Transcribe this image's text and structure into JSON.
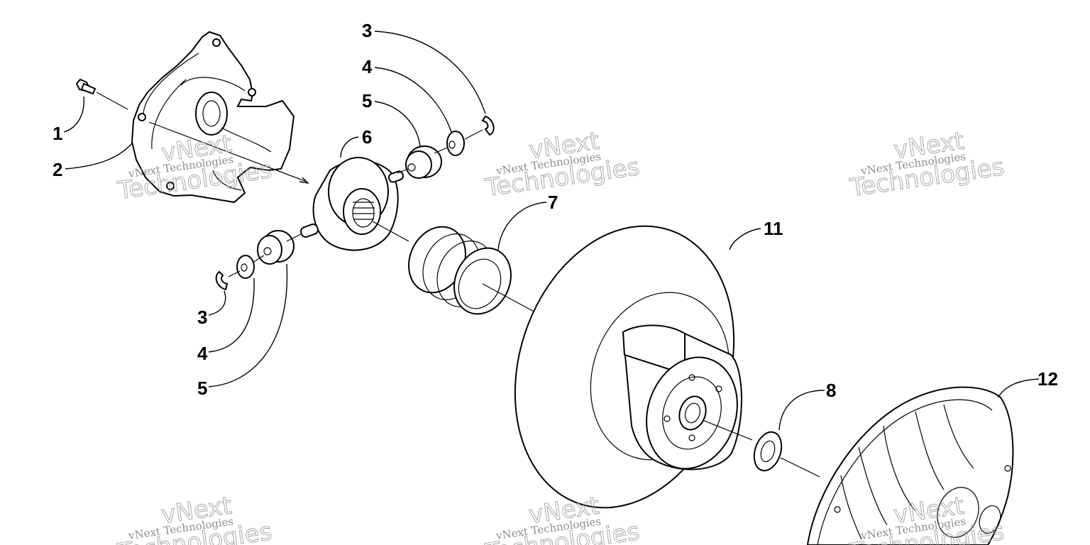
{
  "callouts": [
    {
      "id": "c1",
      "text": "1"
    },
    {
      "id": "c2",
      "text": "2"
    },
    {
      "id": "c3a",
      "text": "3"
    },
    {
      "id": "c4a",
      "text": "4"
    },
    {
      "id": "c5a",
      "text": "5"
    },
    {
      "id": "c6",
      "text": "6"
    },
    {
      "id": "c7",
      "text": "7"
    },
    {
      "id": "c11",
      "text": "11"
    },
    {
      "id": "c3b",
      "text": "3"
    },
    {
      "id": "c4b",
      "text": "4"
    },
    {
      "id": "c5b",
      "text": "5"
    },
    {
      "id": "c8",
      "text": "8"
    },
    {
      "id": "c12",
      "text": "12"
    }
  ],
  "watermark": {
    "small": "vNext Technologies",
    "big_top": "vNext",
    "big_bottom": "Technologies"
  }
}
